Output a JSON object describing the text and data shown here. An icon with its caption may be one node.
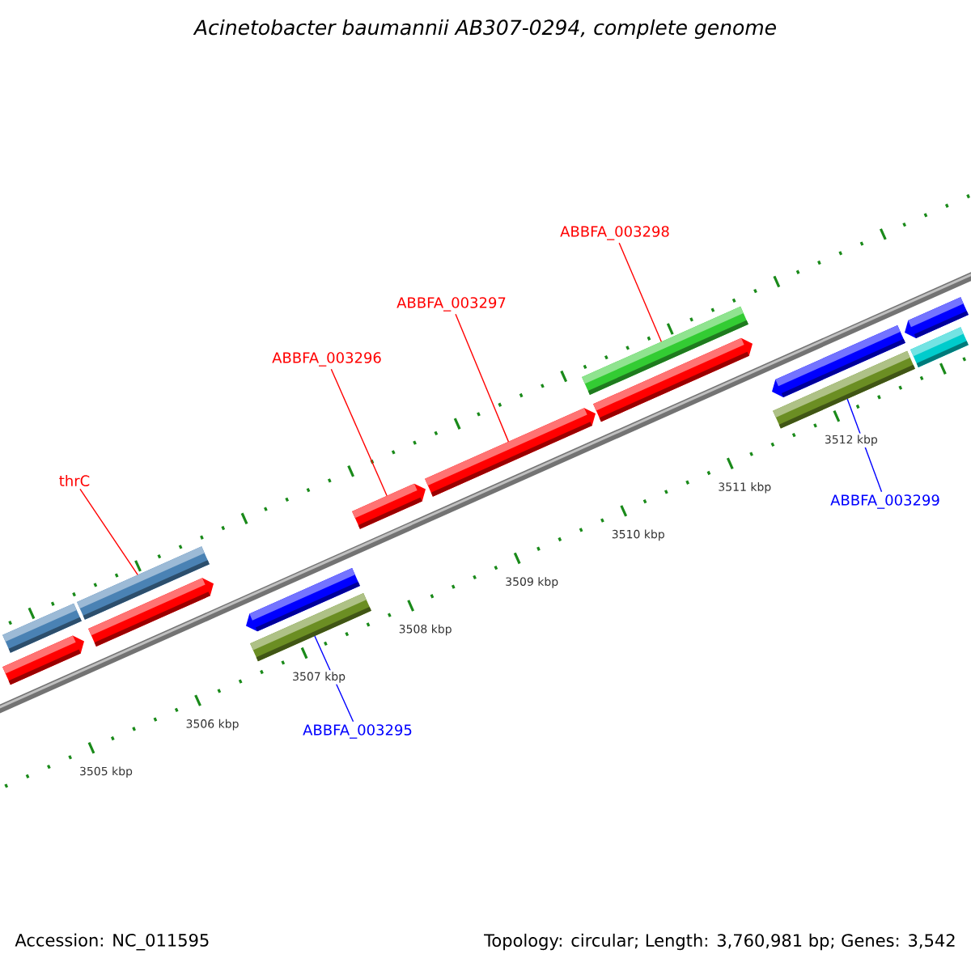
{
  "diagram": {
    "title": "Acinetobacter baumannii AB307-0294, complete genome",
    "nodes": [
      {
        "text": [
          "thrC"
        ]
      },
      {
        "text": [
          "ABBFA_003296"
        ]
      },
      {
        "text": [
          "ABBFA_003297"
        ]
      },
      {
        "text": [
          "ABBFA_003298"
        ]
      },
      {
        "text": [
          "ABBFA_003295"
        ]
      },
      {
        "text": [
          "ABBFA_003299"
        ]
      },
      {
        "text": [],
        "shape": "bar"
      },
      {
        "text": [],
        "shape": "bar"
      },
      {
        "text": [],
        "shape": "bar"
      },
      {
        "text": [],
        "shape": "bar"
      },
      {
        "text": [],
        "shape": "bar"
      },
      {
        "text": [],
        "shape": "bar"
      },
      {
        "text": [],
        "shape": "bar"
      },
      {
        "text": [],
        "shape": "bar"
      },
      {
        "text": [],
        "shape": "bar"
      },
      {
        "text": [],
        "shape": "bar"
      },
      {
        "text": [],
        "shape": "bar"
      },
      {
        "text": [],
        "shape": "bar"
      },
      {
        "text": [],
        "shape": "bar"
      },
      {
        "text": [],
        "shape": "bar"
      }
    ],
    "edges": [
      {
        "from": 0,
        "to": 7,
        "arrow": "none"
      },
      {
        "from": 1,
        "to": 12,
        "arrow": "none"
      },
      {
        "from": 2,
        "to": 13,
        "arrow": "none"
      },
      {
        "from": 3,
        "to": 14,
        "arrow": "none"
      },
      {
        "from": 4,
        "to": 11,
        "arrow": "none",
        "color": "#0000ff"
      },
      {
        "from": 5,
        "to": 17,
        "arrow": "none",
        "color": "#0000ff"
      }
    ],
    "labels": [
      "3505 kbp",
      "3506 kbp",
      "3507 kbp",
      "3508 kbp",
      "3509 kbp",
      "3510 kbp",
      "3511 kbp",
      "3512 kbp",
      "Accession: NC_011595",
      "Topology: circular; Length: 3,760,981 bp; Genes: 3,542"
    ]
  }
}
